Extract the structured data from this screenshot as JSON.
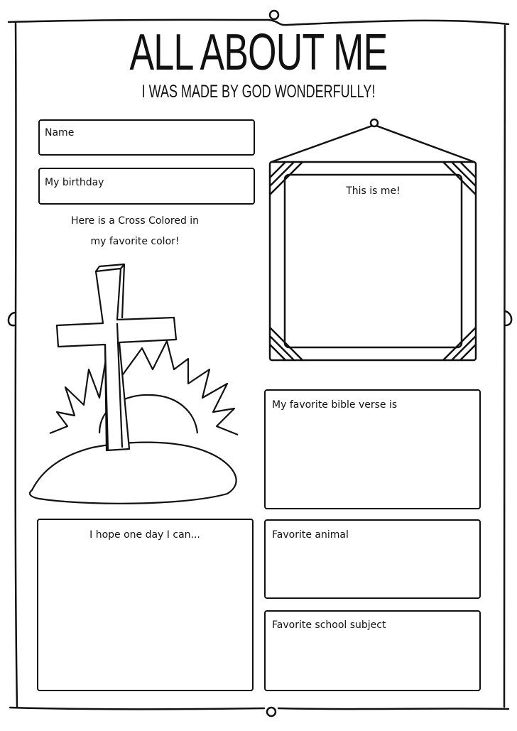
{
  "title": "ALL ABOUT ME",
  "subtitle": "I WAS MADE BY GOD WONDERFULLY!",
  "fields": {
    "name": "Name",
    "birthday": "My birthday",
    "cross_caption_line1": "Here is a Cross Colored in",
    "cross_caption_line2": "my favorite color!",
    "photo": "This is me!",
    "bible_verse": "My favorite bible verse is",
    "hope": "I hope one day I can...",
    "animal": "Favorite animal",
    "school_subject": "Favorite school subject"
  }
}
